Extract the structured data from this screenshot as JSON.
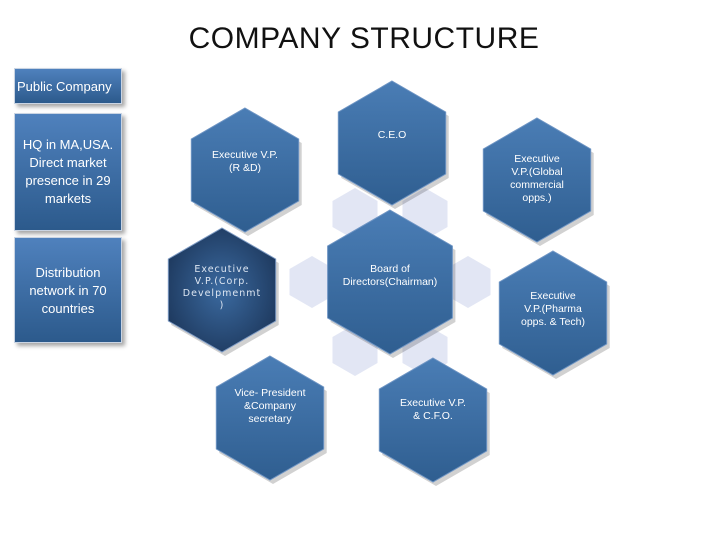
{
  "title": "COMPANY STRUCTURE",
  "sidebar": {
    "public": "Public Company",
    "hq": "HQ in MA,USA. Direct market presence in 29 markets",
    "distribution": "Distribution network in 70 countries"
  },
  "hexagons": [
    {
      "id": "ceo",
      "lines": [
        "C.E.O"
      ]
    },
    {
      "id": "rnd",
      "lines": [
        "Executive V.P.",
        "(R &D)"
      ]
    },
    {
      "id": "global",
      "lines": [
        "Executive",
        "V.P.(Global",
        "commercial",
        "opps.)"
      ]
    },
    {
      "id": "board",
      "lines": [
        "Board of",
        "Directors(Chairman)"
      ]
    },
    {
      "id": "corp",
      "lines": [
        "Executive",
        "V.P.(Corp.",
        "Develpmenmt",
        ")"
      ]
    },
    {
      "id": "pharma",
      "lines": [
        "Executive",
        "V.P.(Pharma",
        "opps. & Tech)"
      ]
    },
    {
      "id": "vp",
      "lines": [
        "Vice- President",
        "&Company",
        "secretary"
      ]
    },
    {
      "id": "cfo",
      "lines": [
        "Executive V.P.",
        "& C.F.O."
      ]
    }
  ],
  "colors": {
    "hex_fill": "#3d6ea3",
    "hex_dark": "#1f3f66",
    "connector": "#d8def0",
    "sidebar": "#2f5f92"
  }
}
